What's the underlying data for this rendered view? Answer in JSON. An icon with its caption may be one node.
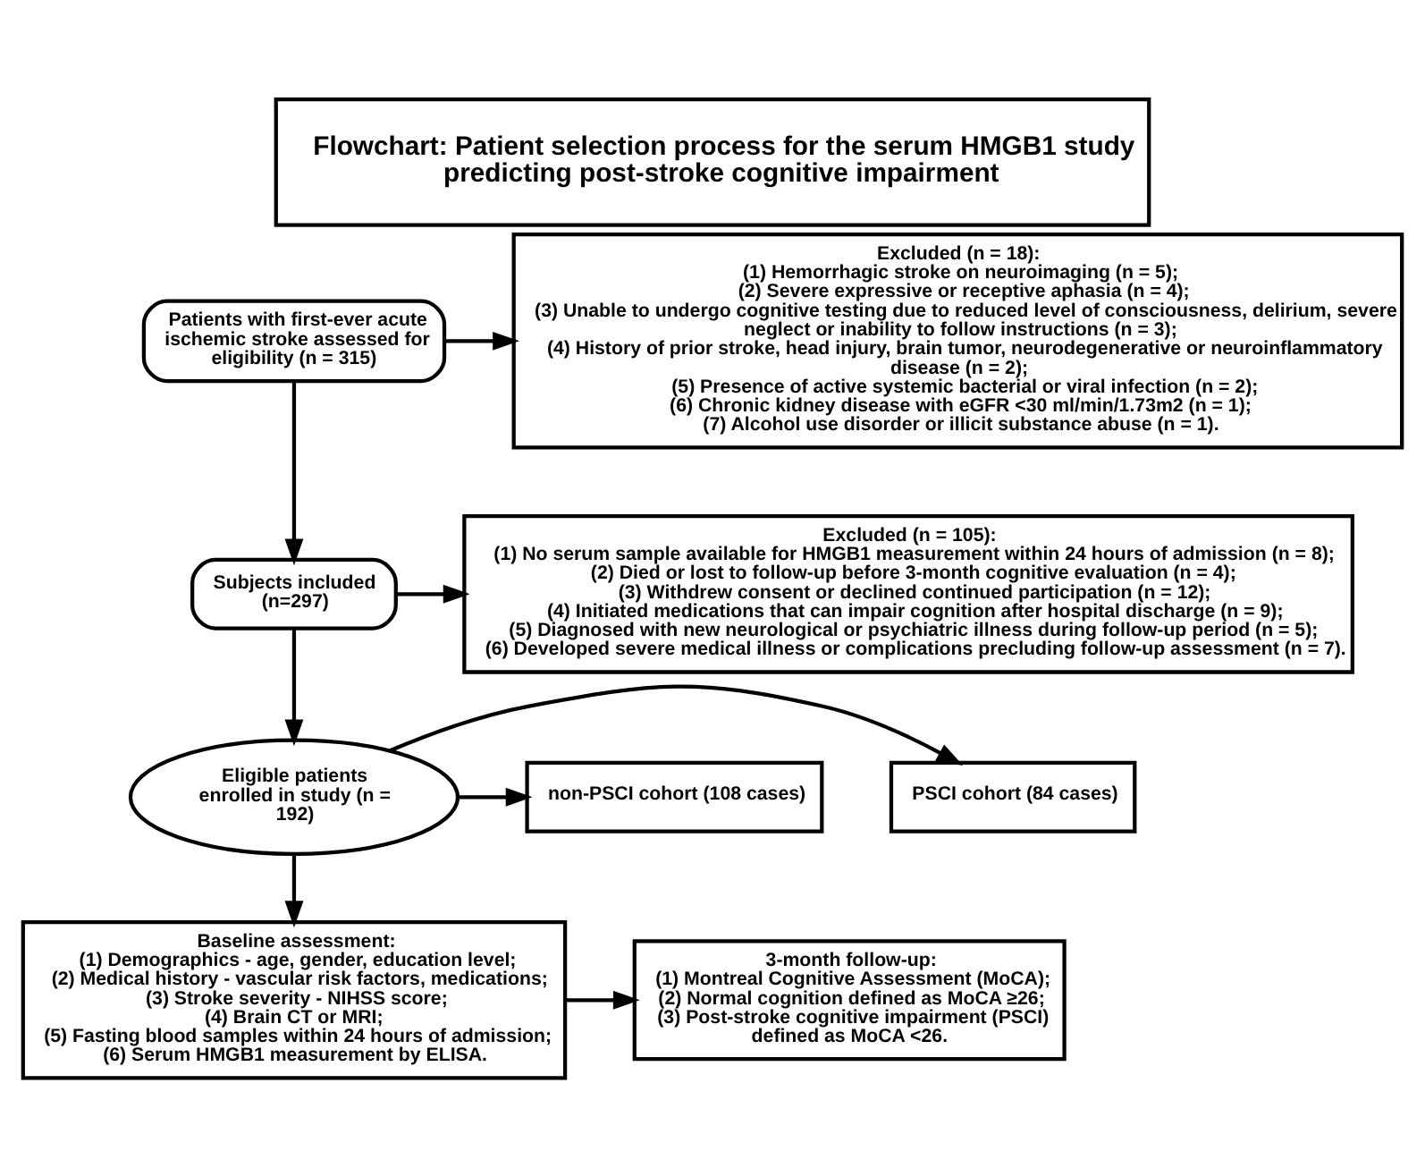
{
  "diagram": {
    "title": "Flowchart: Patient selection process for the serum HMGB1 study predicting post-stroke cognitive impairment",
    "nodes": [
      {
        "text": [
          "Patients with first-ever acute ischemic stroke assessed for eligibility (n = 315)"
        ]
      },
      {
        "text": [
          "Excluded (n = 18):",
          "(1) Hemorrhagic stroke on neuroimaging (n = 5);",
          "(2) Severe expressive or receptive aphasia (n = 4);",
          "(3) Unable to undergo cognitive testing due to reduced level of consciousness, delirium, severe neglect or inability to follow instructions (n = 3);",
          "(4) History of prior stroke, head injury, brain tumor, neurodegenerative or neuroinflammatory disease (n = 2);",
          "(5) Presence of active systemic bacterial or viral infection (n = 2);",
          "(6) Chronic kidney disease with eGFR <30 ml/min/1.73m2 (n = 1);",
          "(7) Alcohol use disorder or illicit substance abuse (n = 1)."
        ]
      },
      {
        "text": [
          "Subjects included (n=297)"
        ]
      },
      {
        "text": [
          "Excluded (n = 105):",
          "(1) No serum sample available for HMGB1 measurement within 24 hours of admission (n = 8);",
          "(2) Died or lost to follow-up before 3-month cognitive evaluation (n = 4);",
          "(3) Withdrew consent or declined continued participation (n = 12);",
          "(4) Initiated medications that can impair cognition after hospital discharge (n = 9);",
          "(5) Diagnosed with new neurological or psychiatric illness during follow-up period (n = 5);",
          "(6) Developed severe medical illness or complications precluding follow-up assessment (n = 7)."
        ]
      },
      {
        "text": [
          "Eligible patients enrolled in study (n = 192)"
        ]
      },
      {
        "text": [
          "PSCI cohort (84 cases)"
        ]
      },
      {
        "text": [
          "non-PSCI cohort (108 cases)"
        ]
      },
      {
        "text": [
          "Baseline assessment:",
          "(1) Demographics - age, gender, education level;",
          "(2) Medical history - vascular risk factors, medications;",
          "(3) Stroke severity - NIHSS score;",
          "(4) Brain CT or MRI;",
          "(5) Fasting blood samples within 24 hours of admission;",
          "(6) Serum HMGB1 measurement by ELISA."
        ]
      },
      {
        "text": [
          "3-month follow-up:",
          "(1) Montreal Cognitive Assessment (MoCA);",
          "(2) Normal cognition defined as MoCA ≥26;",
          "(3) Post-stroke cognitive impairment (PSCI) defined as MoCA <26."
        ]
      }
    ],
    "edges": [
      {
        "from": 0,
        "to": 1,
        "arrow": "to"
      },
      {
        "from": 0,
        "to": 2,
        "arrow": "to"
      },
      {
        "from": 2,
        "to": 3,
        "arrow": "to"
      },
      {
        "from": 2,
        "to": 4,
        "arrow": "to"
      },
      {
        "from": 4,
        "to": 5,
        "arrow": "to"
      },
      {
        "from": 4,
        "to": 6,
        "arrow": "to"
      },
      {
        "from": 4,
        "to": 7,
        "arrow": "to"
      },
      {
        "from": 7,
        "to": 8,
        "arrow": "to"
      }
    ]
  }
}
